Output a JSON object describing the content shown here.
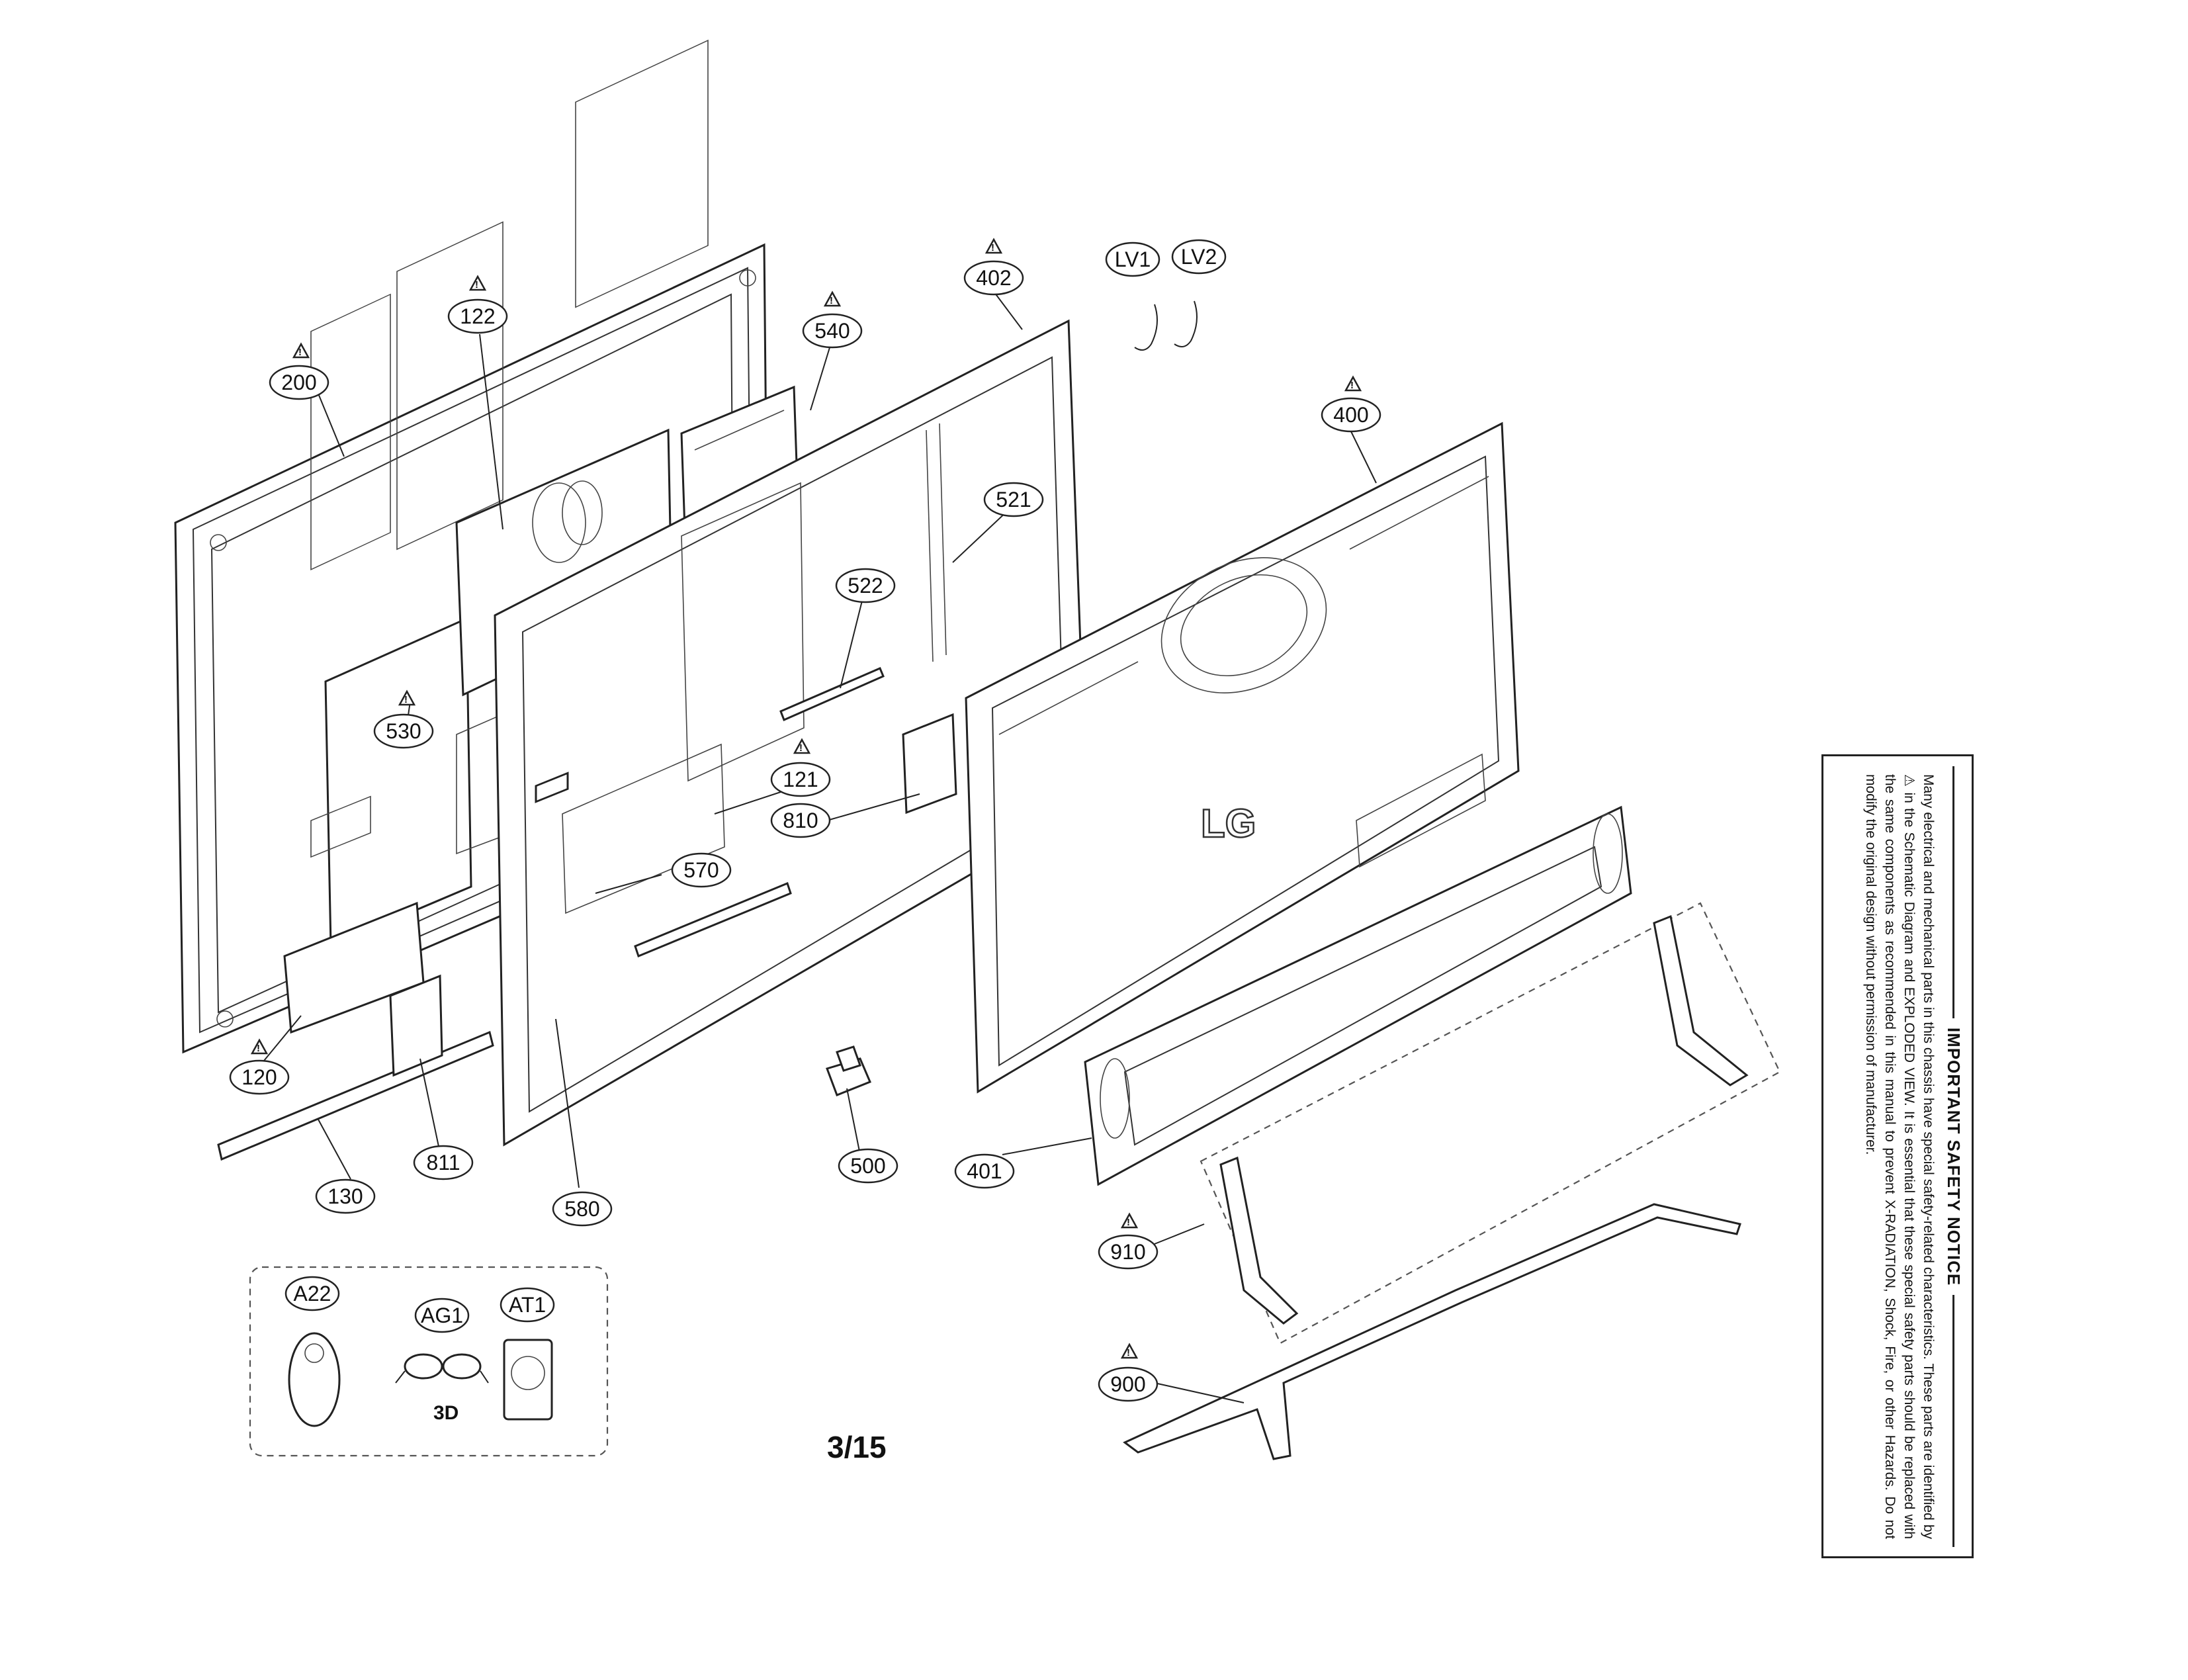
{
  "callouts": {
    "c200": "200",
    "c122": "122",
    "c540": "540",
    "c402": "402",
    "cLV1": "LV1",
    "cLV2": "LV2",
    "c400": "400",
    "c521": "521",
    "c522": "522",
    "c530": "530",
    "c121": "121",
    "c810": "810",
    "c570": "570",
    "c120": "120",
    "c130": "130",
    "c811": "811",
    "c580": "580",
    "c500": "500",
    "c401": "401",
    "c910": "910",
    "c900": "900",
    "cA22": "A22",
    "cAG1": "AG1",
    "cAT1": "AT1"
  },
  "warning_symbol": "!",
  "logo": "LG",
  "accessory_3d_label": "3D",
  "page_number": "3/15",
  "notice": {
    "title": "IMPORTANT SAFETY NOTICE",
    "body": "Many electrical and mechanical parts in this chassis have special safety-related characteristics. These parts are identified by ⚠ in the Schematic Diagram and EXPLODED VIEW. It is essential that these special safety parts should be replaced with the same components as recommended in this manual to prevent X-RADIATION, Shock, Fire, or other Hazards. Do not modify the original design without permission of manufacturer."
  }
}
